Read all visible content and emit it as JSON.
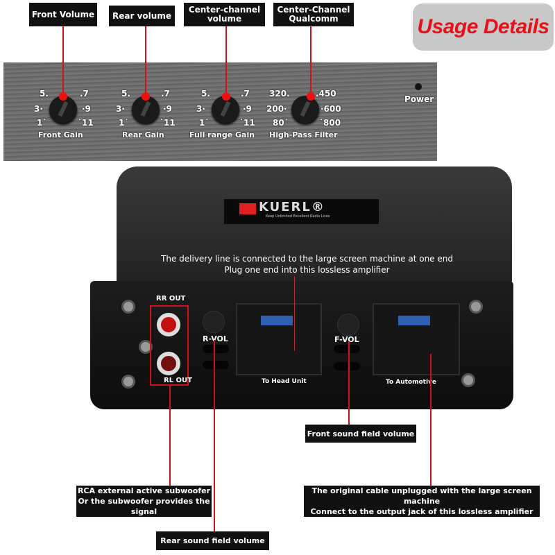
{
  "top_labels": {
    "front_volume": "Front Volume",
    "rear_volume": "Rear volume",
    "center_volume": "Center-channel volume",
    "center_qualcomm": "Center-Channel Qualcomm"
  },
  "usage_title": "Usage Details",
  "panel": {
    "power": "Power",
    "knobs": [
      {
        "name": "Front Gain",
        "scale": [
          "5.",
          ".7",
          "3·",
          "·9",
          "1˙",
          "˙11"
        ]
      },
      {
        "name": "Rear Gain",
        "scale": [
          "5.",
          ".7",
          "3·",
          "·9",
          "1˙",
          "˙11"
        ]
      },
      {
        "name": "Full range Gain",
        "scale": [
          "5.",
          ".7",
          "3·",
          "·9",
          "1˙",
          "˙11"
        ]
      },
      {
        "name": "High-Pass Filter",
        "scale": [
          "320.",
          ".450",
          "200·",
          "·600",
          "80˙",
          "˙800"
        ]
      }
    ]
  },
  "device": {
    "brand": "KUERL®",
    "tagline": "Keep Unlimited Excellent Radio Lives",
    "delivery_note": [
      "The delivery line is connected to the large screen machine at one end",
      "Plug one end into this lossless amplifier"
    ],
    "rr_out": "RR OUT",
    "rl_out": "RL OUT",
    "r_vol": "R-VOL",
    "f_vol": "F-VOL",
    "to_head_unit": "To Head Unit",
    "to_automotive": "To Automotive"
  },
  "annotations": {
    "front_sound": "Front sound field volume",
    "rca": [
      "RCA external active subwoofer",
      "Or the subwoofer provides the signal"
    ],
    "original_cable": [
      "The original cable unplugged with the large screen machine",
      "Connect to the output jack of this lossless amplifier"
    ],
    "rear_sound": "Rear sound field volume"
  },
  "colors": {
    "accent": "#e8101a"
  }
}
